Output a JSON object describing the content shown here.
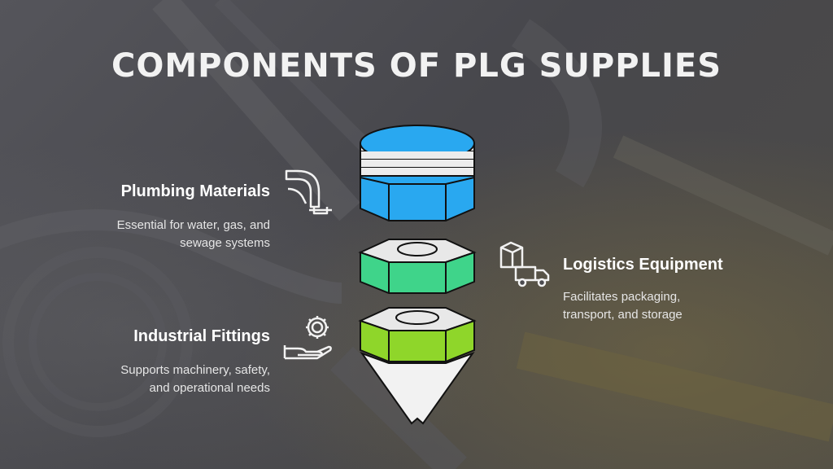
{
  "title": "COMPONENTS OF PLG SUPPLIES",
  "items": [
    {
      "label": "Plumbing Materials",
      "description_line1": "Essential for water, gas, and",
      "description_line2": "sewage systems",
      "icon": "pipe-icon",
      "color": "#29a8f0"
    },
    {
      "label": "Logistics Equipment",
      "description_line1": "Facilitates packaging,",
      "description_line2": "transport, and storage",
      "icon": "box-truck-icon",
      "color": "#3fd48a"
    },
    {
      "label": "Industrial Fittings",
      "description_line1": "Supports machinery, safety,",
      "description_line2": "and operational needs",
      "icon": "gear-hand-icon",
      "color": "#8fd62a"
    }
  ]
}
